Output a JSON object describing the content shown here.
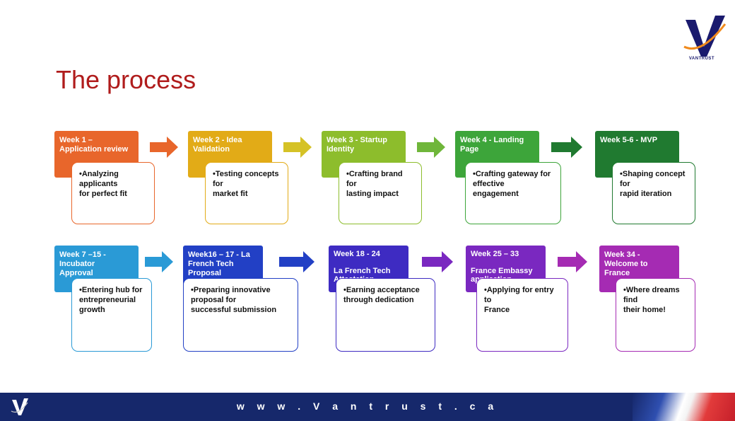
{
  "slide": {
    "title": "The process",
    "brand": "VANTRUST",
    "website": "w w w . V a n t r u s t . c a"
  },
  "steps": [
    {
      "header": "Week 1 –\nApplication review",
      "body": "•Analyzing\n  applicants\nfor perfect fit",
      "color": "#e8662b"
    },
    {
      "header": "Week 2 - Idea\nValidation",
      "body": "•Testing concepts\n  for\nmarket fit",
      "color": "#e2ab17"
    },
    {
      "header": "Week 3 - Startup\nIdentity",
      "body": "•Crafting brand\n  for\nlasting impact",
      "color": "#8dbd2c"
    },
    {
      "header": "Week 4 - Landing\nPage",
      "body": "•Crafting gateway for\neffective\n  engagement",
      "color": "#3da53a"
    },
    {
      "header": "Week 5-6 - MVP",
      "body": "•Shaping concept\n  for\nrapid iteration",
      "color": "#207a30"
    },
    {
      "header": "Week 7 –15 -\nIncubator\nApproval",
      "body": "•Entering hub for\nentrepreneurial\n  growth",
      "color": "#2a9ad6"
    },
    {
      "header": "Week16 – 17 - La\nFrench Tech\nProposal",
      "body": "•Preparing innovative\nproposal for\nsuccessful submission",
      "color": "#2240c5"
    },
    {
      "header": "Week 18 - 24\n\nLa French Tech\nAttestation",
      "body": "•Earning acceptance\nthrough dedication",
      "color": "#3e2bc2"
    },
    {
      "header": "Week 25 – 33\n\nFrance Embassy\napplication",
      "body": "•Applying for entry\n  to\nFrance",
      "color": "#7a28c0"
    },
    {
      "header": "Week 34 -\nWelcome to\nFrance",
      "body": "•Where dreams\n  find\ntheir home!",
      "color": "#a52bb3"
    }
  ],
  "arrows": [
    {
      "color": "#e8662b"
    },
    {
      "color": "#d5c226"
    },
    {
      "color": "#6fb63a"
    },
    {
      "color": "#207a30"
    },
    {
      "color": "#2a9ad6"
    },
    {
      "color": "#2240c5"
    },
    {
      "color": "#7a28c0"
    },
    {
      "color": "#a52bb3"
    }
  ]
}
